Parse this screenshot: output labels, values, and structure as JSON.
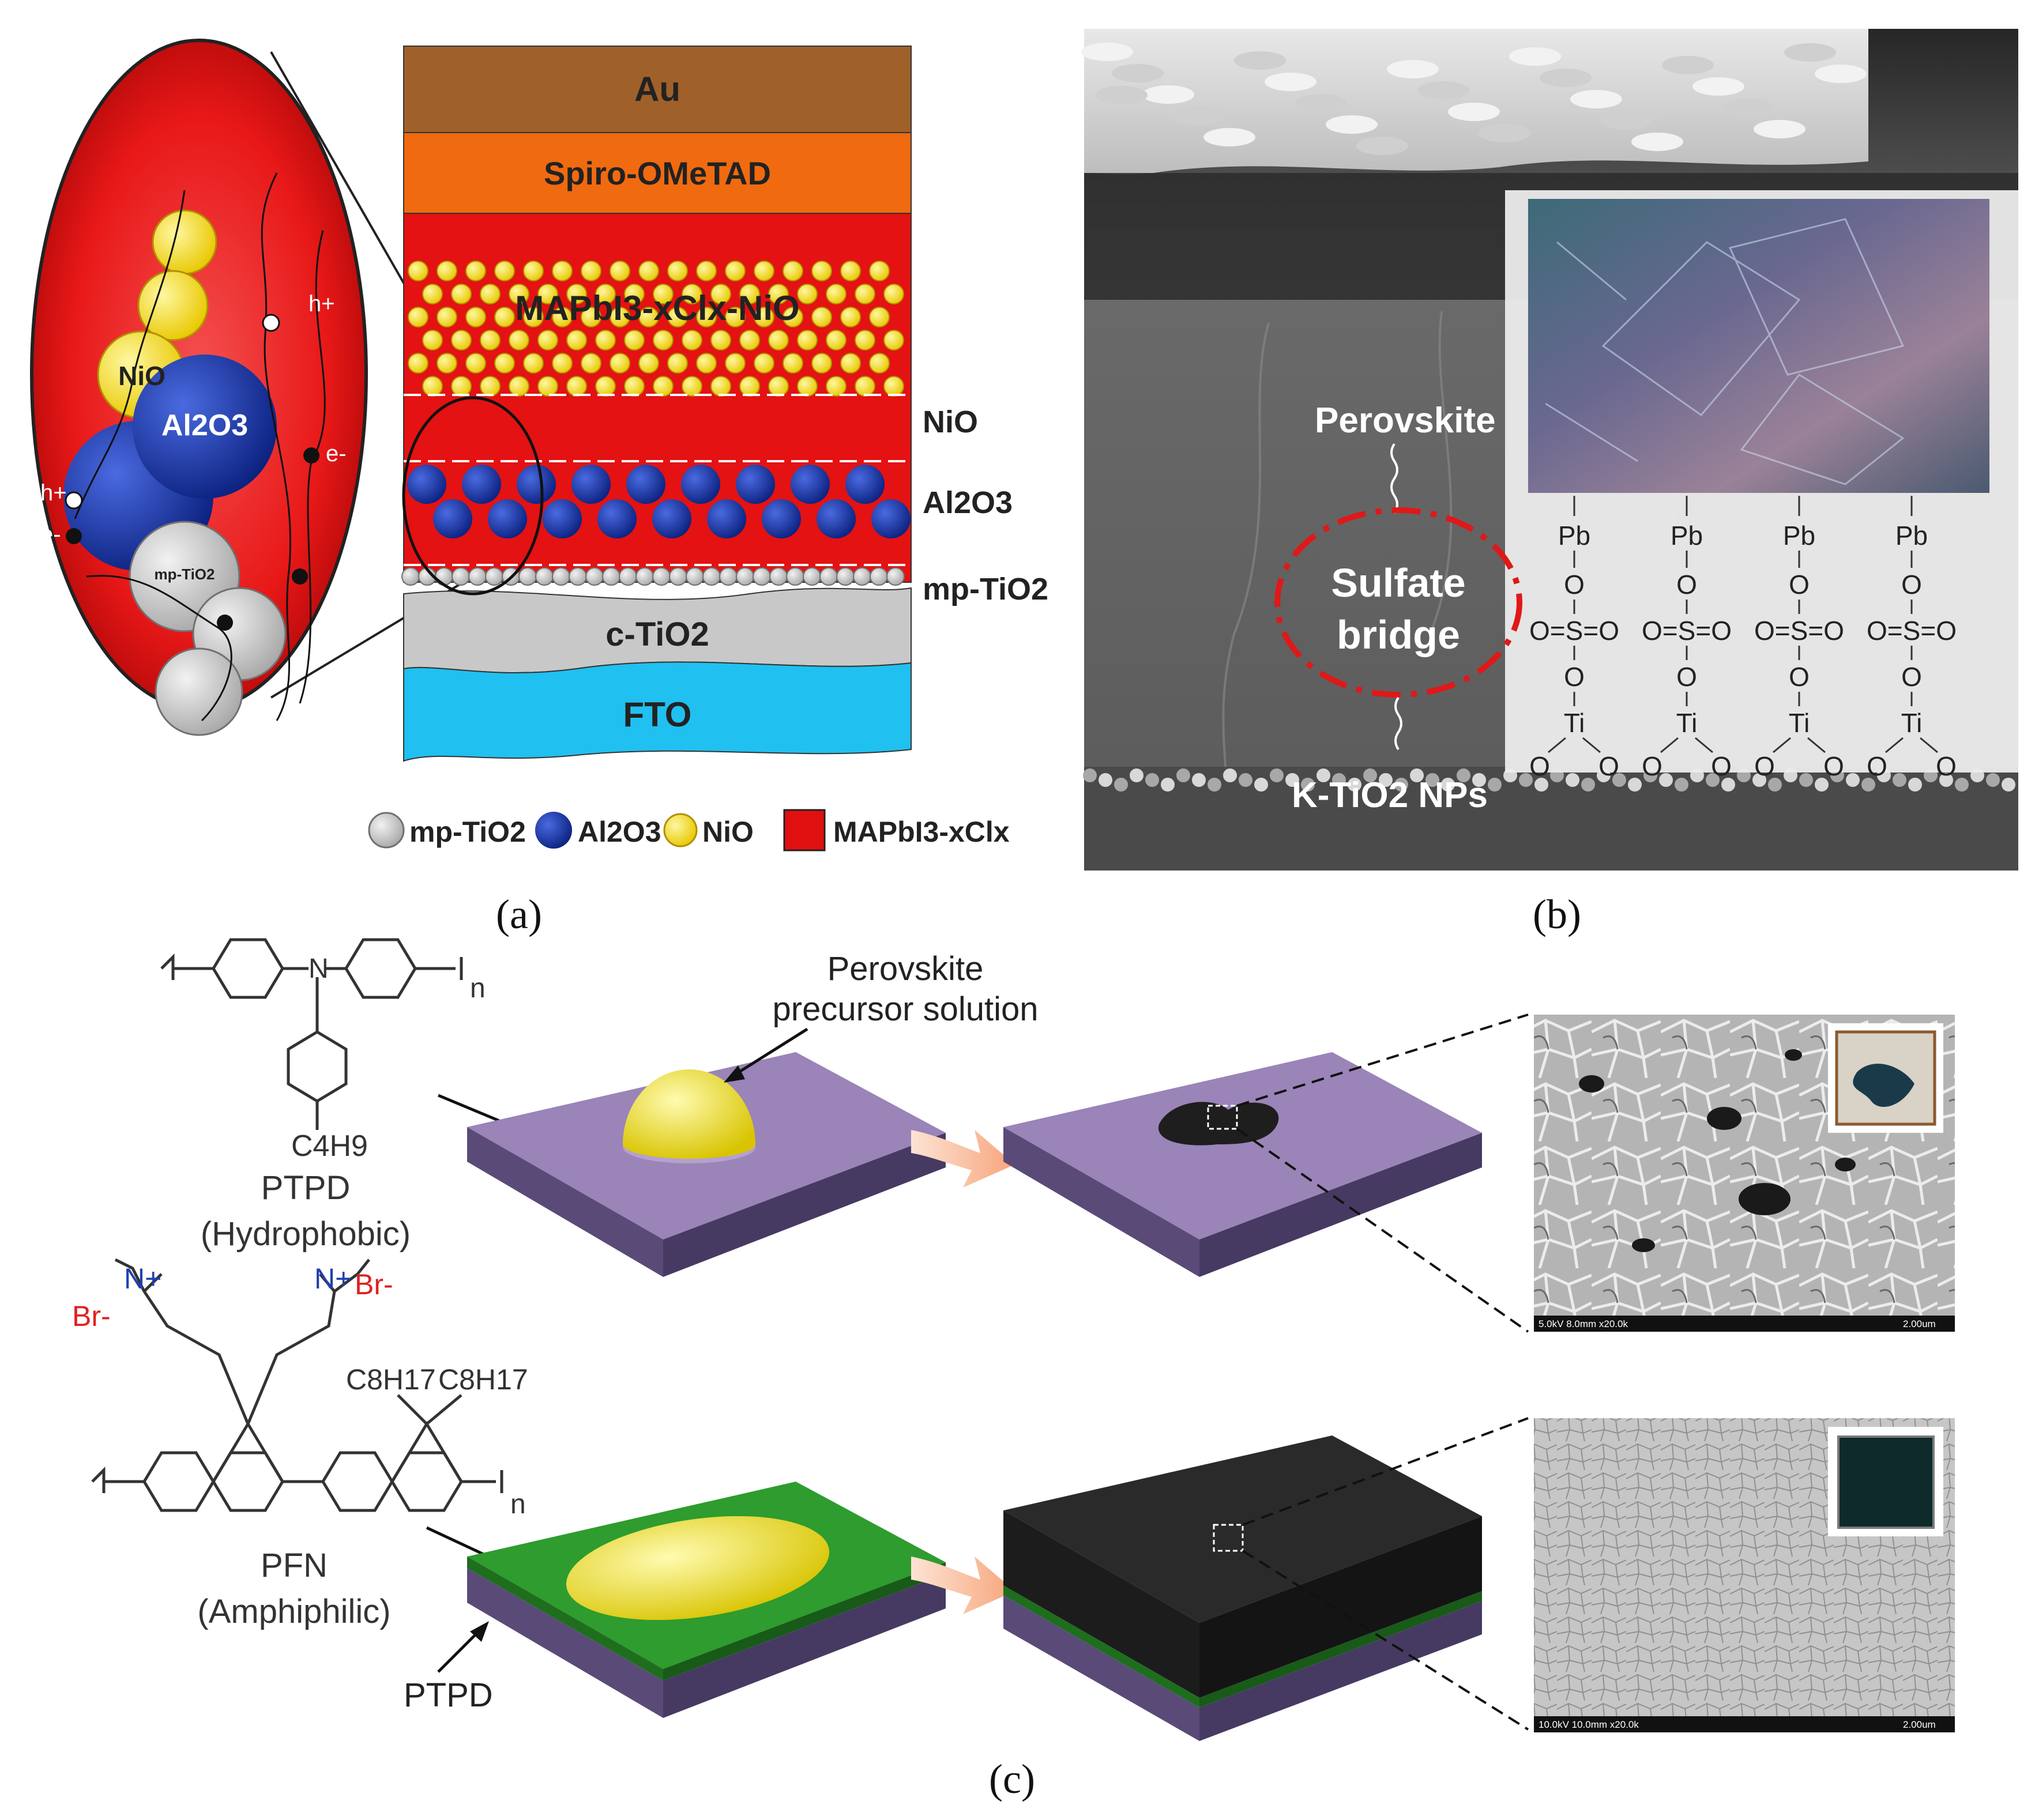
{
  "panel_a": {
    "caption": "(a)",
    "layers": {
      "au": "Au",
      "spiro": "Spiro-OMeTAD",
      "absorber": "MAPbI3-xClx-NiO",
      "fto": "FTO",
      "c_tio2": "c-TiO2"
    },
    "side_labels": {
      "nio": "NiO",
      "al2o3": "Al2O3",
      "mp_tio2": "mp-TiO2"
    },
    "zoom_labels": {
      "nio": "NiO",
      "al2o3": "Al2O3",
      "mp_tio2": "mp-TiO2",
      "hole": "h+",
      "electron": "e-"
    },
    "legend": [
      {
        "label": "mp-TiO2",
        "color": "#cfcfcf"
      },
      {
        "label": "Al2O3",
        "color": "#1b3aa0"
      },
      {
        "label": "NiO",
        "color": "#f5e21a"
      },
      {
        "label": "MAPbI3-xClx",
        "color": "#e01010"
      }
    ],
    "colors": {
      "au": "#a0602a",
      "spiro": "#f06a10",
      "absorber": "#e41212",
      "fto": "#20c0f0",
      "c_tio2": "#c8c8c8"
    }
  },
  "panel_b": {
    "caption": "(b)",
    "labels": {
      "perovskite": "Perovskite",
      "sulfate": "Sulfate",
      "bridge": "bridge",
      "nps": "K-TiO2 NPs"
    },
    "bond_atoms": {
      "pb": "Pb",
      "o": "O",
      "sulfate_group": "O=S=O",
      "ti": "Ti"
    },
    "bond_columns": 4
  },
  "panel_c": {
    "caption": "(c)",
    "ptpd_name": "PTPD",
    "ptpd_property": "(Hydrophobic)",
    "ptpd_substituent": "C4H9",
    "pfn_name": "PFN",
    "pfn_property": "(Amphiphilic)",
    "pfn_substituent": "C8H17",
    "counter_ion": "Br-",
    "ammonium": "N+",
    "repeat": "n",
    "precursor_label_1": "Perovskite",
    "precursor_label_2": "precursor solution",
    "bottom_layer_label": "PTPD",
    "sem_top_bar": "5.0kV 8.0mm x20.0k",
    "sem_top_scale": "2.00um",
    "sem_bottom_bar": "10.0kV 10.0mm x20.0k",
    "sem_bottom_scale": "2.00um",
    "colors": {
      "ptpd_substrate": "#9a84b8",
      "pfn_layer": "#2e9c2e",
      "droplet": "#f0e01a",
      "film": "#2a2a2a"
    }
  }
}
